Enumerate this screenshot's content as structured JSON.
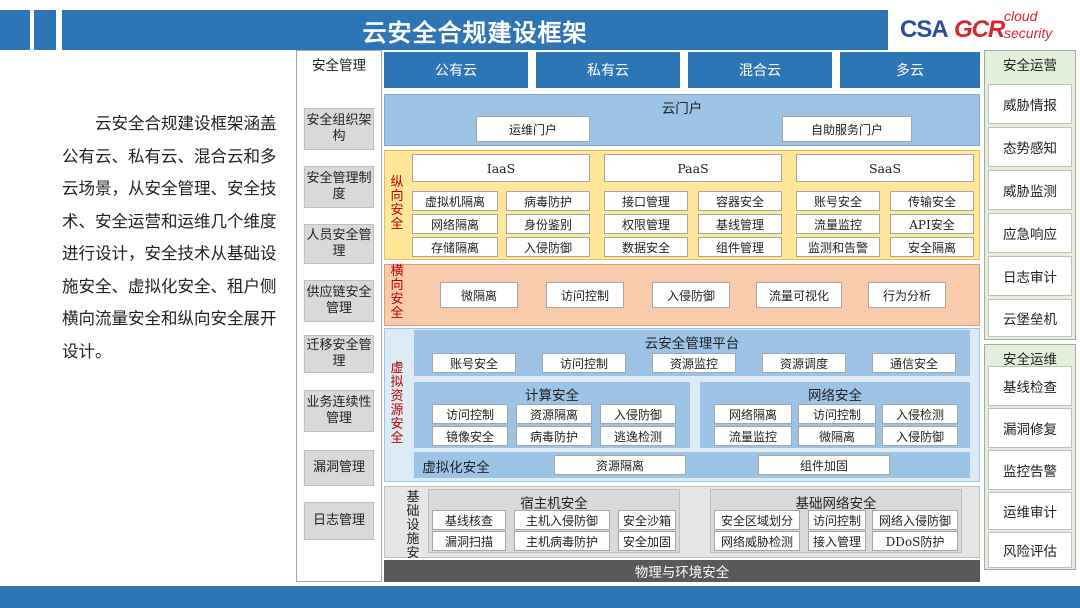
{
  "header": {
    "title": "云安全合规建设框架"
  },
  "logo": {
    "csa": "CSA",
    "gcr": "GCR",
    "cloud_line1": "cloud",
    "cloud_line2": "security"
  },
  "intro": {
    "text": "云安全合规建设框架涵盖公有云、私有云、混合云和多云场景，从安全管理、安全技术、安全运营和运维几个维度进行设计，安全技术从基础设施安全、虚拟化安全、租户侧横向流量安全和纵向安全展开设计。"
  },
  "left": {
    "title": "安全管理",
    "items": [
      "安全组织架构",
      "安全管理制度",
      "人员安全管理",
      "供应链安全管理",
      "迁移安全管理",
      "业务连续性管理",
      "漏洞管理",
      "日志管理"
    ]
  },
  "clouds": [
    "公有云",
    "私有云",
    "混合云",
    "多云"
  ],
  "portal": {
    "title": "云门户",
    "items": [
      "运维门户",
      "自助服务门户"
    ]
  },
  "vertical": {
    "label": "纵向安全",
    "headers": [
      "IaaS",
      "PaaS",
      "SaaS"
    ],
    "rows": [
      [
        "虚拟机隔离",
        "病毒防护",
        "接口管理",
        "容器安全",
        "账号安全",
        "传输安全"
      ],
      [
        "网络隔离",
        "身份鉴别",
        "权限管理",
        "基线管理",
        "流量监控",
        "API安全"
      ],
      [
        "存储隔离",
        "入侵防御",
        "数据安全",
        "组件管理",
        "监测和告警",
        "安全隔离"
      ]
    ]
  },
  "horizontal": {
    "label": "横向安全",
    "items": [
      "微隔离",
      "访问控制",
      "入侵防御",
      "流量可视化",
      "行为分析"
    ]
  },
  "virtual": {
    "label": "虚拟资源安全",
    "platform": {
      "title": "云安全管理平台",
      "items": [
        "账号安全",
        "访问控制",
        "资源监控",
        "资源调度",
        "通信安全"
      ]
    },
    "compute": {
      "title": "计算安全",
      "rows": [
        [
          "访问控制",
          "资源隔离",
          "入侵防御"
        ],
        [
          "镜像安全",
          "病毒防护",
          "逃逸检测"
        ]
      ]
    },
    "network": {
      "title": "网络安全",
      "rows": [
        [
          "网络隔离",
          "访问控制",
          "入侵检测"
        ],
        [
          "流量监控",
          "微隔离",
          "入侵防御"
        ]
      ]
    },
    "virtualization": {
      "title": "虚拟化安全",
      "items": [
        "资源隔离",
        "组件加固"
      ]
    }
  },
  "infra": {
    "label": "基础设施安全",
    "host": {
      "title": "宿主机安全",
      "rows": [
        [
          "基线核查",
          "主机入侵防御",
          "安全沙箱"
        ],
        [
          "漏洞扫描",
          "主机病毒防护",
          "安全加固"
        ]
      ]
    },
    "net": {
      "title": "基础网络安全",
      "rows": [
        [
          "安全区域划分",
          "访问控制",
          "网络入侵防御"
        ],
        [
          "网络威胁检测",
          "接入管理",
          "DDoS防护"
        ]
      ]
    }
  },
  "physical": {
    "title": "物理与环境安全"
  },
  "right": {
    "ops_title": "安全运营",
    "ops_items": [
      "威胁情报",
      "态势感知",
      "威胁监测",
      "应急响应",
      "日志审计",
      "云堡垒机"
    ],
    "maint_title": "安全运维",
    "maint_items": [
      "基线检查",
      "漏洞修复",
      "监控告警",
      "运维审计",
      "风险评估"
    ]
  }
}
